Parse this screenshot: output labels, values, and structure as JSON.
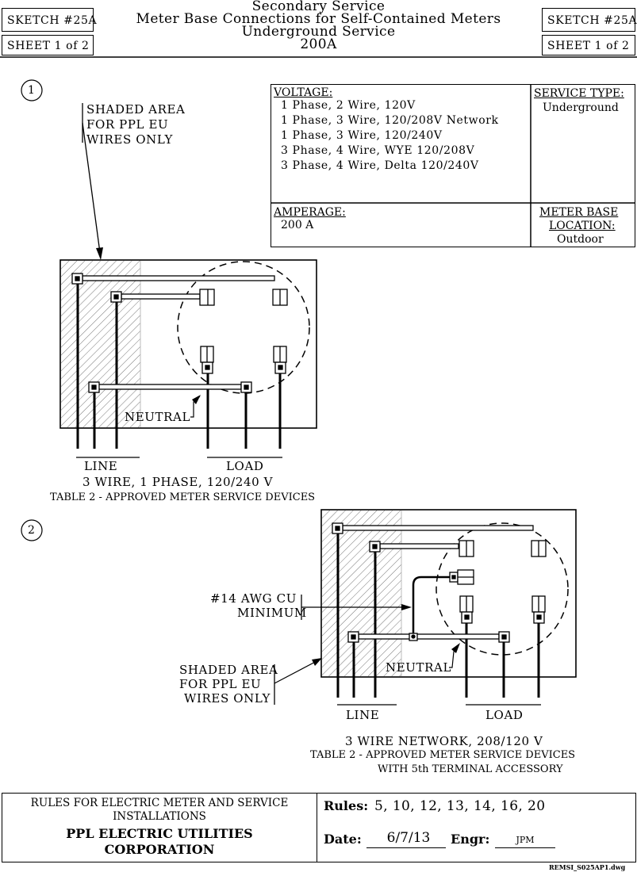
{
  "header": {
    "sketch_label": "SKETCH #25A",
    "sheet_label": "SHEET 1 of 2",
    "title_lines": [
      "Secondary Service",
      "Meter Base Connections for Self-Contained Meters",
      "Underground Service",
      "200A"
    ]
  },
  "info_table": {
    "voltage_heading": "VOLTAGE:",
    "voltages": [
      "1 Phase, 2 Wire, 120V",
      "1 Phase, 3 Wire, 120/208V Network",
      "1 Phase, 3 Wire, 120/240V",
      "3 Phase, 4 Wire, WYE 120/208V",
      "3 Phase, 4 Wire, Delta 120/240V"
    ],
    "service_type_heading": "SERVICE TYPE:",
    "service_type": "Underground",
    "amperage_heading": "AMPERAGE:",
    "amperage": "200 A",
    "meter_base_heading_1": "METER BASE",
    "meter_base_heading_2": "LOCATION:",
    "meter_base_location": "Outdoor"
  },
  "diagram1": {
    "number": "1",
    "shaded_note": [
      "SHADED AREA",
      "FOR PPL EU",
      "WIRES ONLY"
    ],
    "neutral_label": "NEUTRAL",
    "line_label": "LINE",
    "load_label": "LOAD",
    "caption_1": "3 WIRE, 1 PHASE, 120/240 V",
    "caption_2": "TABLE 2 - APPROVED METER SERVICE DEVICES"
  },
  "diagram2": {
    "number": "2",
    "awg_note": [
      "#14 AWG CU",
      "MINIMUM"
    ],
    "shaded_note": [
      "SHADED AREA",
      "FOR PPL EU",
      "WIRES ONLY"
    ],
    "neutral_label": "NEUTRAL",
    "line_label": "LINE",
    "load_label": "LOAD",
    "caption_1": "3 WIRE NETWORK, 208/120 V",
    "caption_2": "TABLE 2 - APPROVED METER SERVICE DEVICES",
    "caption_3": "WITH 5th TERMINAL ACCESSORY"
  },
  "footer": {
    "rules_heading": "RULES FOR ELECTRIC METER AND SERVICE",
    "rules_heading_2": "INSTALLATIONS",
    "company_1": "PPL ELECTRIC UTILITIES",
    "company_2": "CORPORATION",
    "rules_label": "Rules:",
    "rules_value": "5, 10, 12, 13, 14, 16, 20",
    "date_label": "Date:",
    "date_value": "6/7/13",
    "engr_label": "Engr:",
    "engr_value": "JPM",
    "filename": "REMSI_S025AP1.dwg"
  }
}
